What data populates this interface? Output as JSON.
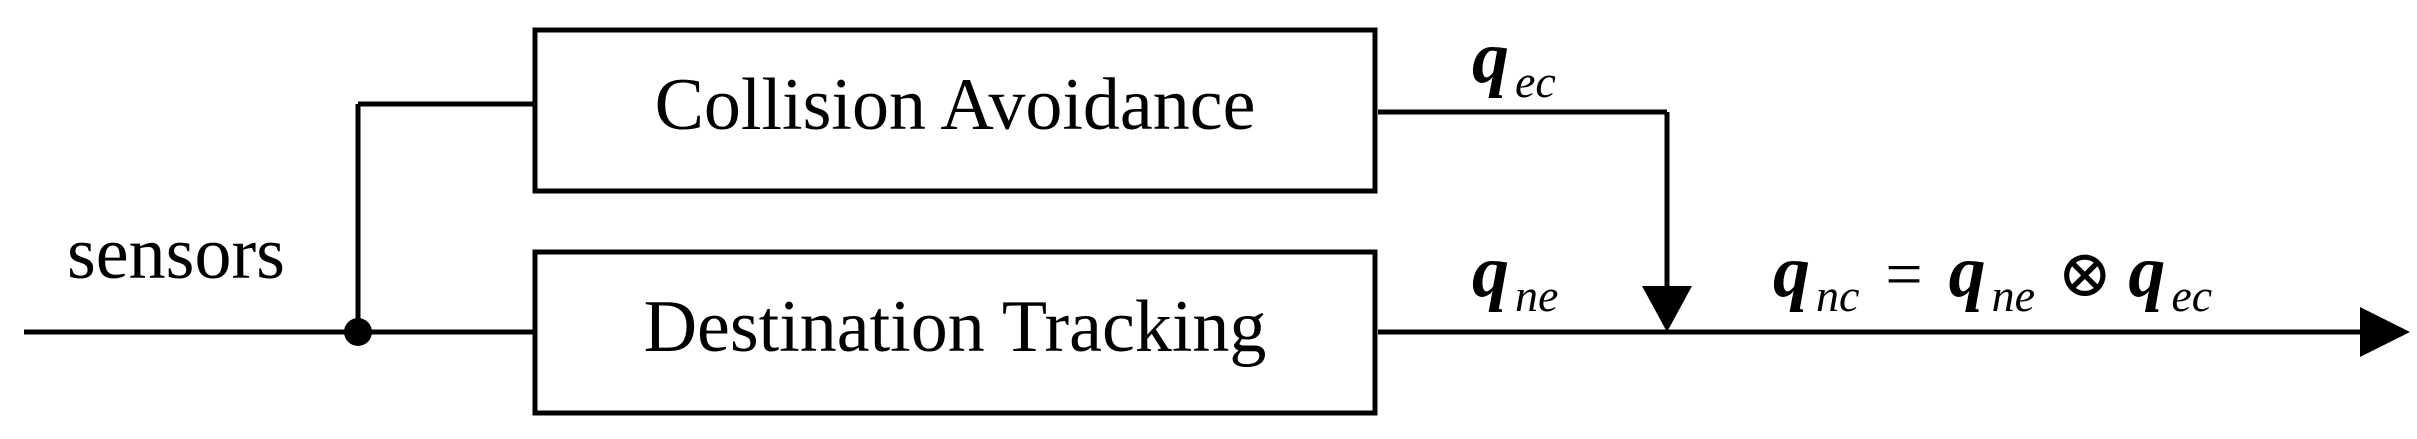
{
  "blocks": {
    "collision_avoidance": "Collision Avoidance",
    "destination_tracking": "Destination Tracking"
  },
  "input_label": "sensors",
  "signals": {
    "q_ec": {
      "symbol": "q",
      "subscript": "ec"
    },
    "q_ne": {
      "symbol": "q",
      "subscript": "ne"
    },
    "equation": {
      "left_symbol": "q",
      "left_subscript": "nc",
      "equals": "=",
      "middle_symbol": "q",
      "middle_subscript": "ne",
      "operator": "⊗",
      "right_symbol": "q",
      "right_subscript": "ec"
    }
  },
  "colors": {
    "line": "#000000",
    "background": "#ffffff",
    "text": "#000000"
  }
}
